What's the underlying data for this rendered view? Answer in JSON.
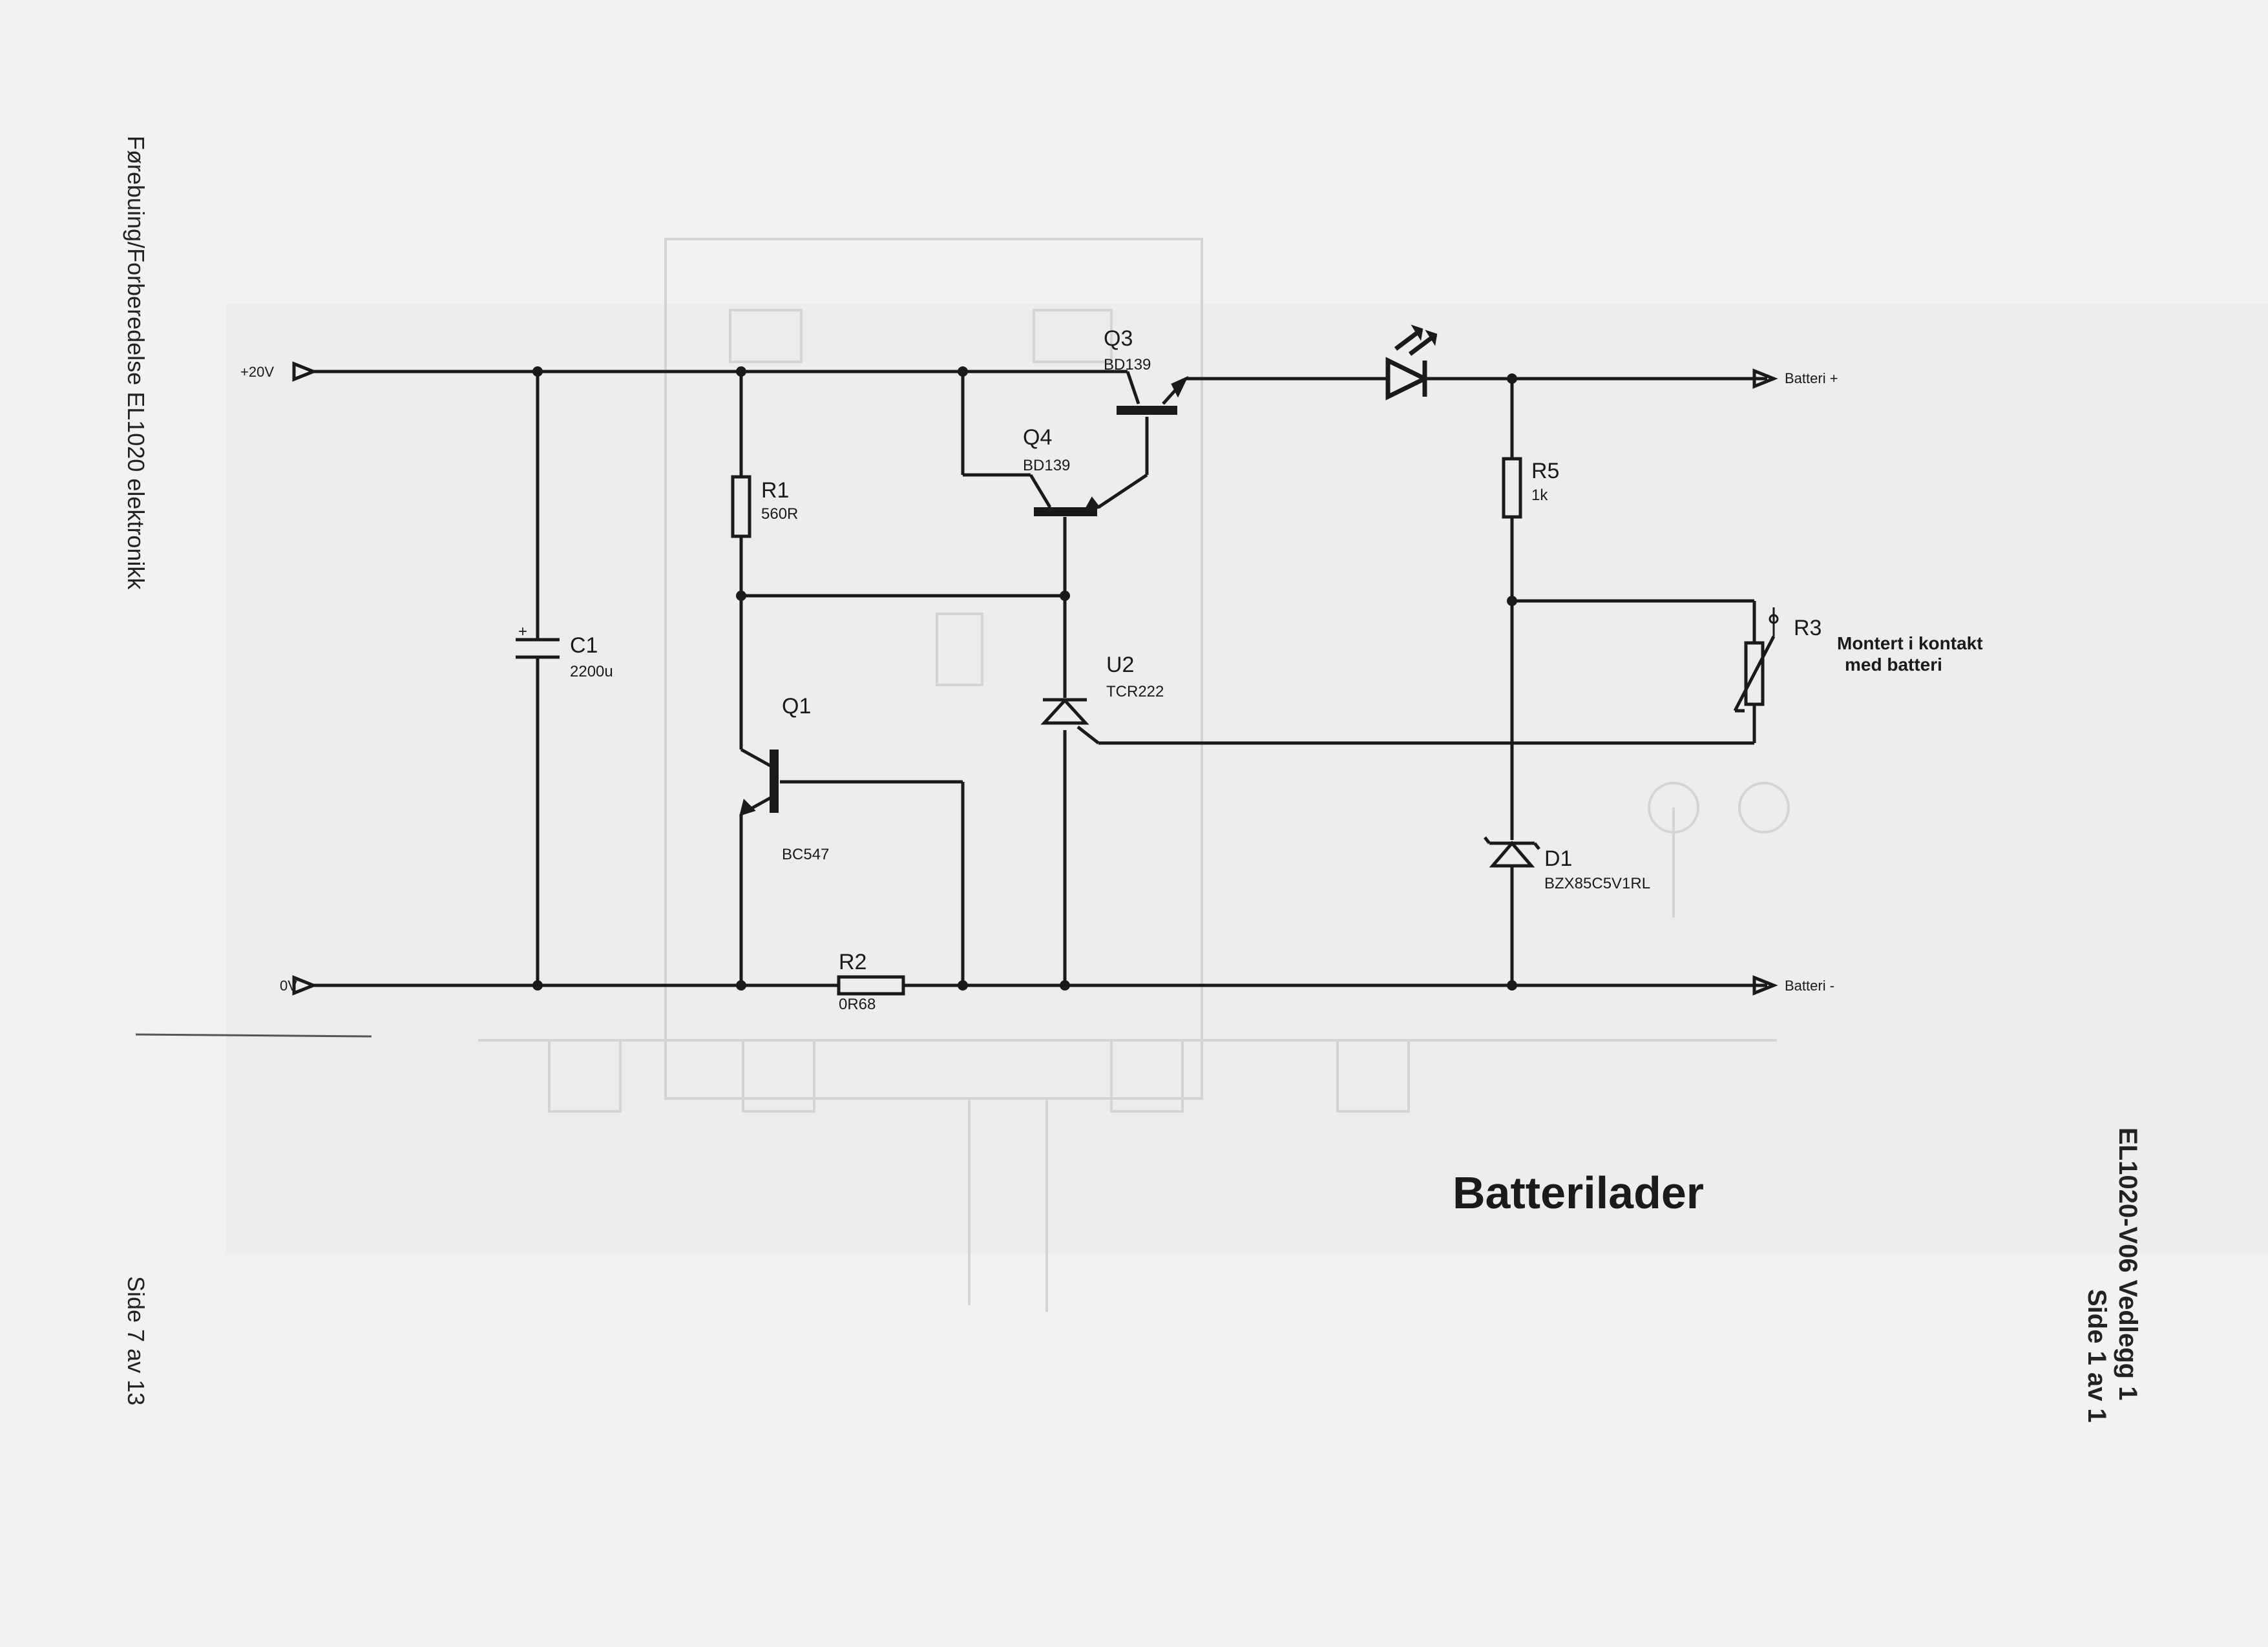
{
  "page": {
    "header_vertical": "Førebuing/Forberedelse EL1020 elektronikk",
    "footer_vertical": "Side 7 av 13",
    "doc_id_line1": "EL1020-V06 Vedlegg 1",
    "doc_id_line2": "Side 1 av 1"
  },
  "schematic": {
    "title": "Batterilader",
    "nets": {
      "supply": "+20V",
      "ground": "0V",
      "battery_pos": "Batteri +",
      "battery_neg": "Batteri -"
    },
    "components": {
      "C1": {
        "ref": "C1",
        "value": "2200u",
        "polarity": "+"
      },
      "R1": {
        "ref": "R1",
        "value": "560R"
      },
      "R2": {
        "ref": "R2",
        "value": "0R68"
      },
      "R5": {
        "ref": "R5",
        "value": "1k"
      },
      "R3": {
        "ref": "R3",
        "note_line1": "Montert i kontakt",
        "note_line2": "med batteri"
      },
      "Q1": {
        "ref": "Q1",
        "value": "BC547"
      },
      "Q3": {
        "ref": "Q3",
        "value": "BD139"
      },
      "Q4": {
        "ref": "Q4",
        "value": "BD139"
      },
      "U2": {
        "ref": "U2",
        "value": "TCR222"
      },
      "D1": {
        "ref": "D1",
        "value": "BZX85C5V1RL"
      }
    }
  }
}
